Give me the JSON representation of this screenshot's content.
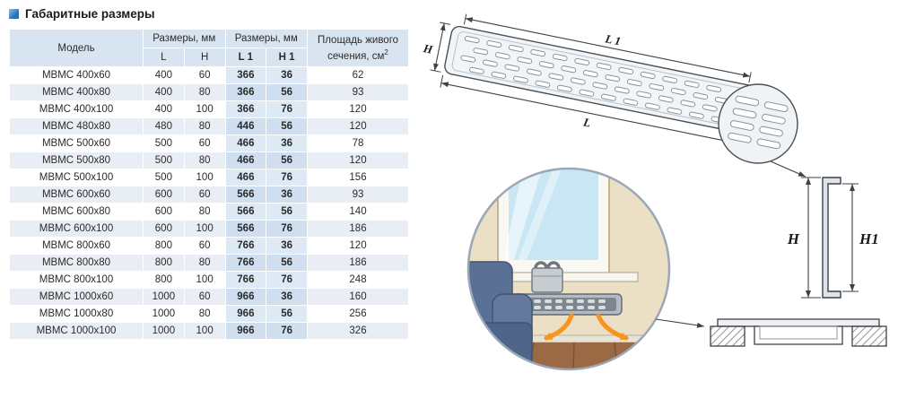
{
  "title": "Габаритные размеры",
  "table": {
    "headers": {
      "model": "Модель",
      "dims_outer": "Размеры, мм",
      "dims_inner": "Размеры, мм",
      "area": "Площадь живого сечения, см",
      "area_sup": "2",
      "col_L": "L",
      "col_H": "H",
      "col_L1": "L 1",
      "col_H1": "H 1"
    },
    "rows": [
      {
        "model": "МВМС 400x60",
        "L": 400,
        "H": 60,
        "L1": 366,
        "H1": 36,
        "area": 62
      },
      {
        "model": "МВМС 400x80",
        "L": 400,
        "H": 80,
        "L1": 366,
        "H1": 56,
        "area": 93
      },
      {
        "model": "МВМС 400x100",
        "L": 400,
        "H": 100,
        "L1": 366,
        "H1": 76,
        "area": 120
      },
      {
        "model": "МВМС 480x80",
        "L": 480,
        "H": 80,
        "L1": 446,
        "H1": 56,
        "area": 120
      },
      {
        "model": "МВМС 500x60",
        "L": 500,
        "H": 60,
        "L1": 466,
        "H1": 36,
        "area": 78
      },
      {
        "model": "МВМС 500x80",
        "L": 500,
        "H": 80,
        "L1": 466,
        "H1": 56,
        "area": 120
      },
      {
        "model": "МВМС 500x100",
        "L": 500,
        "H": 100,
        "L1": 466,
        "H1": 76,
        "area": 156
      },
      {
        "model": "МВМС 600x60",
        "L": 600,
        "H": 60,
        "L1": 566,
        "H1": 36,
        "area": 93
      },
      {
        "model": "МВМС 600x80",
        "L": 600,
        "H": 80,
        "L1": 566,
        "H1": 56,
        "area": 140
      },
      {
        "model": "МВМС 600x100",
        "L": 600,
        "H": 100,
        "L1": 566,
        "H1": 76,
        "area": 186
      },
      {
        "model": "МВМС 800x60",
        "L": 800,
        "H": 60,
        "L1": 766,
        "H1": 36,
        "area": 120
      },
      {
        "model": "МВМС 800x80",
        "L": 800,
        "H": 80,
        "L1": 766,
        "H1": 56,
        "area": 186
      },
      {
        "model": "МВМС 800x100",
        "L": 800,
        "H": 100,
        "L1": 766,
        "H1": 76,
        "area": 248
      },
      {
        "model": "МВМС 1000x60",
        "L": 1000,
        "H": 60,
        "L1": 966,
        "H1": 36,
        "area": 160
      },
      {
        "model": "МВМС 1000x80",
        "L": 1000,
        "H": 80,
        "L1": 966,
        "H1": 56,
        "area": 256
      },
      {
        "model": "МВМС 1000x100",
        "L": 1000,
        "H": 100,
        "L1": 966,
        "H1": 76,
        "area": 326
      }
    ]
  },
  "diagram": {
    "labels": {
      "L": "L",
      "L1": "L 1",
      "H": "H",
      "H1": "H1"
    }
  },
  "colors": {
    "accent_blue": "#2f6fad",
    "header_bg": "#d9e4f1",
    "row_alt_bg": "#e9edf4",
    "highlight_col_bg": "#dde9f5",
    "airflow_orange": "#f7941d"
  }
}
